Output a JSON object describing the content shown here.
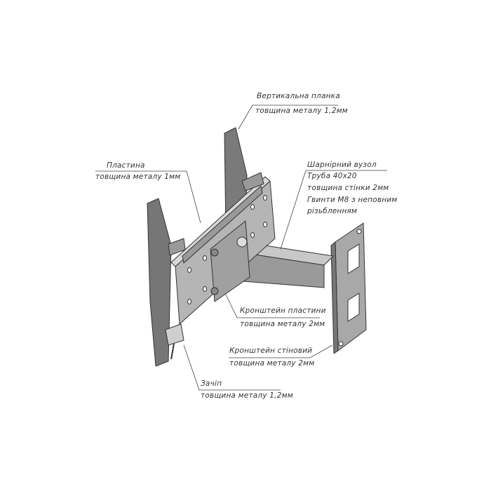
{
  "labels": {
    "vertical_bar": {
      "title": "Вертикальна планка",
      "detail": "товщина металу 1,2мм"
    },
    "plate": {
      "title": "Пластина",
      "detail": "товщина металу 1мм"
    },
    "hinge": {
      "title": "Шарнірний вузол",
      "lines": [
        "Труба 40х20",
        "товщина стінки 2мм",
        "Гвинти М8 з неповним",
        "різьбленням"
      ]
    },
    "plate_bracket": {
      "title": "Кронштейн пластини",
      "detail": "товщина металу 2мм"
    },
    "wall_bracket": {
      "title": "Кронштейн стіновий",
      "detail": "товщина металу 2мм"
    },
    "latch": {
      "title": "Зачіп",
      "detail": "товщина металу 1,2мм"
    }
  },
  "colors": {
    "metal_dark": "#6f6f6f",
    "metal_mid": "#9a9a9a",
    "metal_light": "#c4c4c4",
    "line": "#444444"
  }
}
